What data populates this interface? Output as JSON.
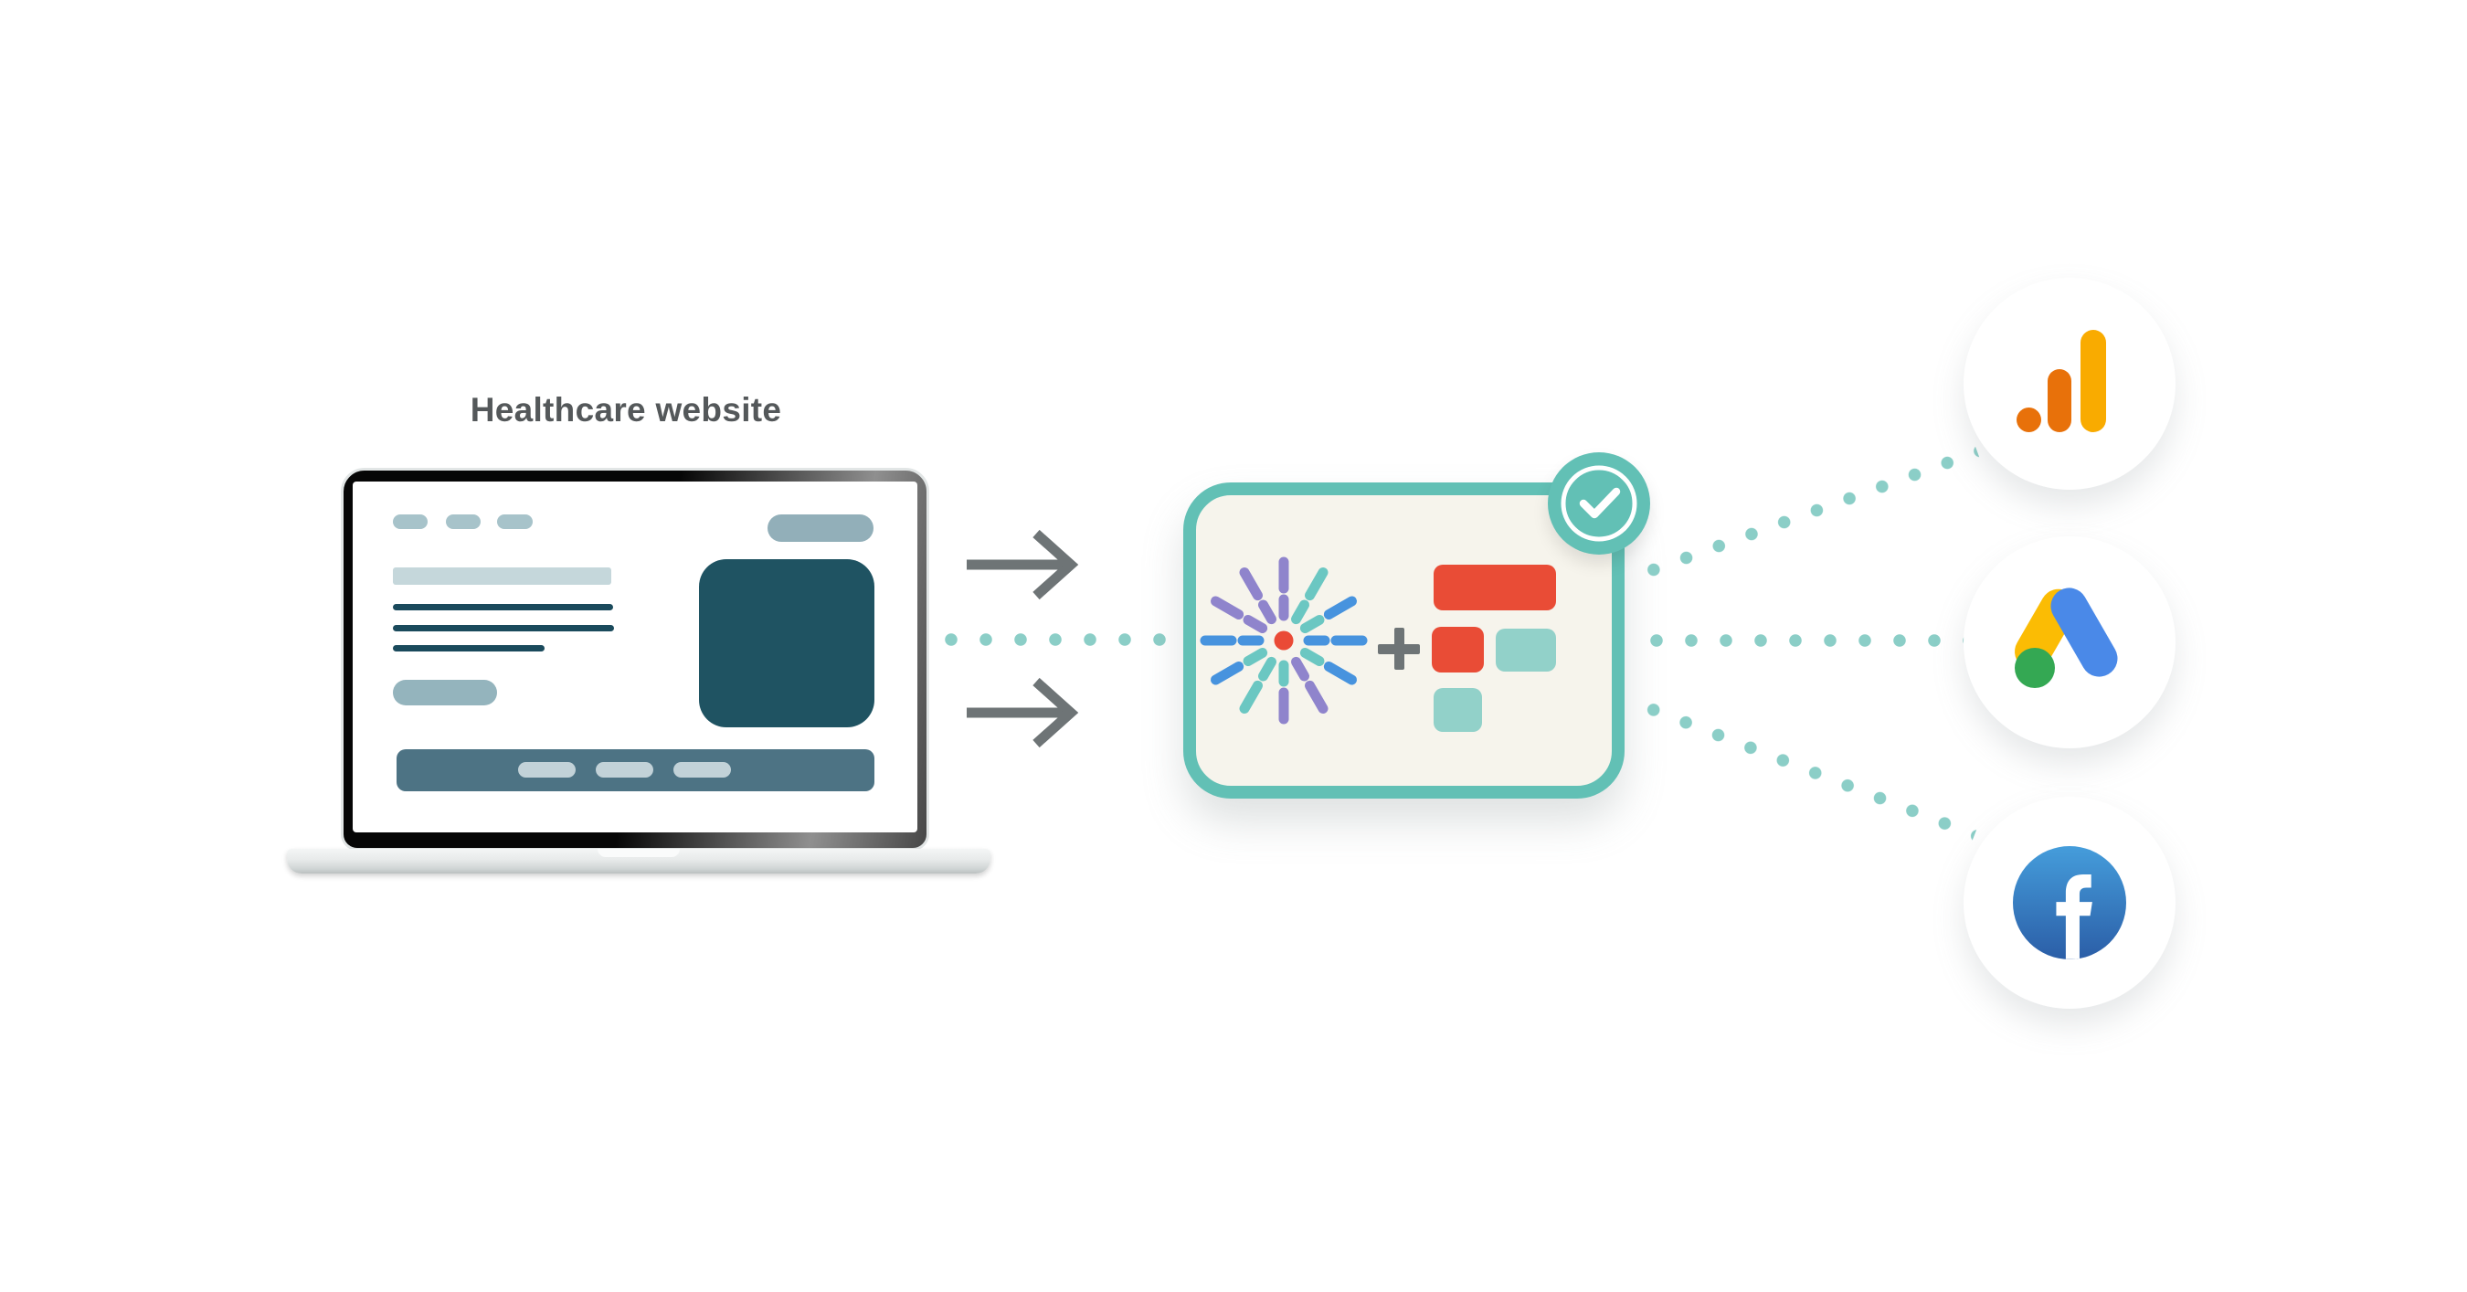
{
  "title": {
    "text": "Healthcare website"
  },
  "colors": {
    "page_bg": "#FFFFFF",
    "title_gray": "#54585A",
    "arrow_gray": "#6E7476",
    "teal_border": "#62C0B5",
    "teal_dot": "#8BCEC7",
    "cream": "#F6F4EC",
    "red": "#E94C36",
    "teal_block": "#92D1C9",
    "lap_dark": "#1F5362",
    "lap_mid": "#4D7384",
    "lap_light": "#A7C3CA",
    "lap_lighter": "#C5D7DB",
    "lap_btn": "#94B4BD",
    "lap_rpill": "#92AFB9",
    "lap_fpill": "#C2D2D8",
    "lap_line": "#1A4A5C",
    "ga_orange": "#E8710A",
    "ga_yellow": "#F9AB00",
    "ads_yellow": "#FBBC04",
    "ads_blue": "#4A89E8",
    "ads_green": "#34A853",
    "fb_top": "#459DDB",
    "fb_bottom": "#2B5EA7"
  },
  "pipeline": {
    "badge_icon": "check-icon",
    "burst": {
      "center_color": "#EA4A36",
      "inner_colors": [
        "#8F84CC",
        "#6BC7C2",
        "#6BC7C2",
        "#4793DE",
        "#6BC7C2",
        "#8F84CC",
        "#6BC7C2",
        "#6BC7C2",
        "#6BC7C2",
        "#4793DE",
        "#8F84CC",
        "#8F84CC"
      ],
      "outer_colors": [
        "#8F84CC",
        "#6BC7C2",
        "#4793DE",
        "#4793DE",
        "#4793DE",
        "#8F84CC",
        "#8F84CC",
        "#6BC7C2",
        "#4793DE",
        "#4793DE",
        "#8F84CC",
        "#8F84CC"
      ]
    }
  },
  "destinations": [
    {
      "id": "google-analytics",
      "icon": "google-analytics-icon"
    },
    {
      "id": "google-ads",
      "icon": "google-ads-icon"
    },
    {
      "id": "facebook",
      "icon": "facebook-icon"
    }
  ]
}
